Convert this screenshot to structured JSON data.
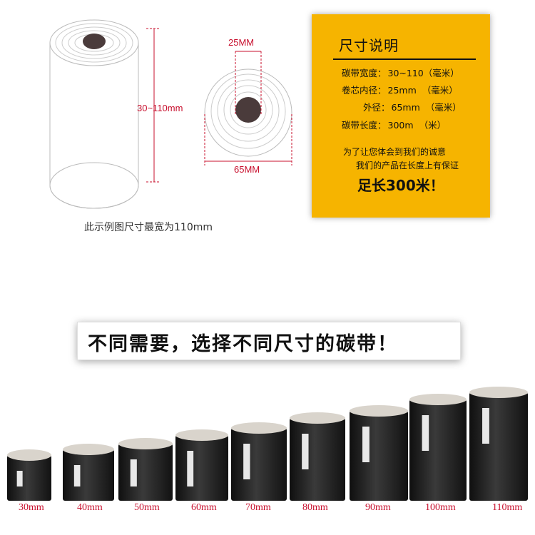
{
  "diagram": {
    "width_label": "30~110mm",
    "core_label": "25MM",
    "outer_label": "65MM",
    "caption": "此示例图尺寸最宽为110mm"
  },
  "spec_card": {
    "title": "尺寸说明",
    "rows": [
      {
        "label": "碳带宽度：",
        "value": "30~110（毫米）",
        "unit": ""
      },
      {
        "label": "卷芯内径：",
        "value": "25mm",
        "unit": "（毫米）"
      },
      {
        "label": "外径：",
        "value": "65mm",
        "unit": "（毫米）"
      },
      {
        "label": "碳带长度：",
        "value": "300m",
        "unit": "（米）"
      }
    ],
    "promo_line1": "为了让您体会到我们的诚意",
    "promo_line2": "我们的产品在长度上有保证",
    "promo_big": "足长300米！"
  },
  "headline": "不同需要，选择不同尺寸的碳带！",
  "sizes": [
    "30mm",
    "40mm",
    "50mm",
    "60mm",
    "70mm",
    "80mm",
    "90mm",
    "100mm",
    "110mm"
  ],
  "colors": {
    "accent_red": "#c8102e",
    "card_yellow": "#f6b400",
    "ribbon_black": "#1e1e1e"
  }
}
